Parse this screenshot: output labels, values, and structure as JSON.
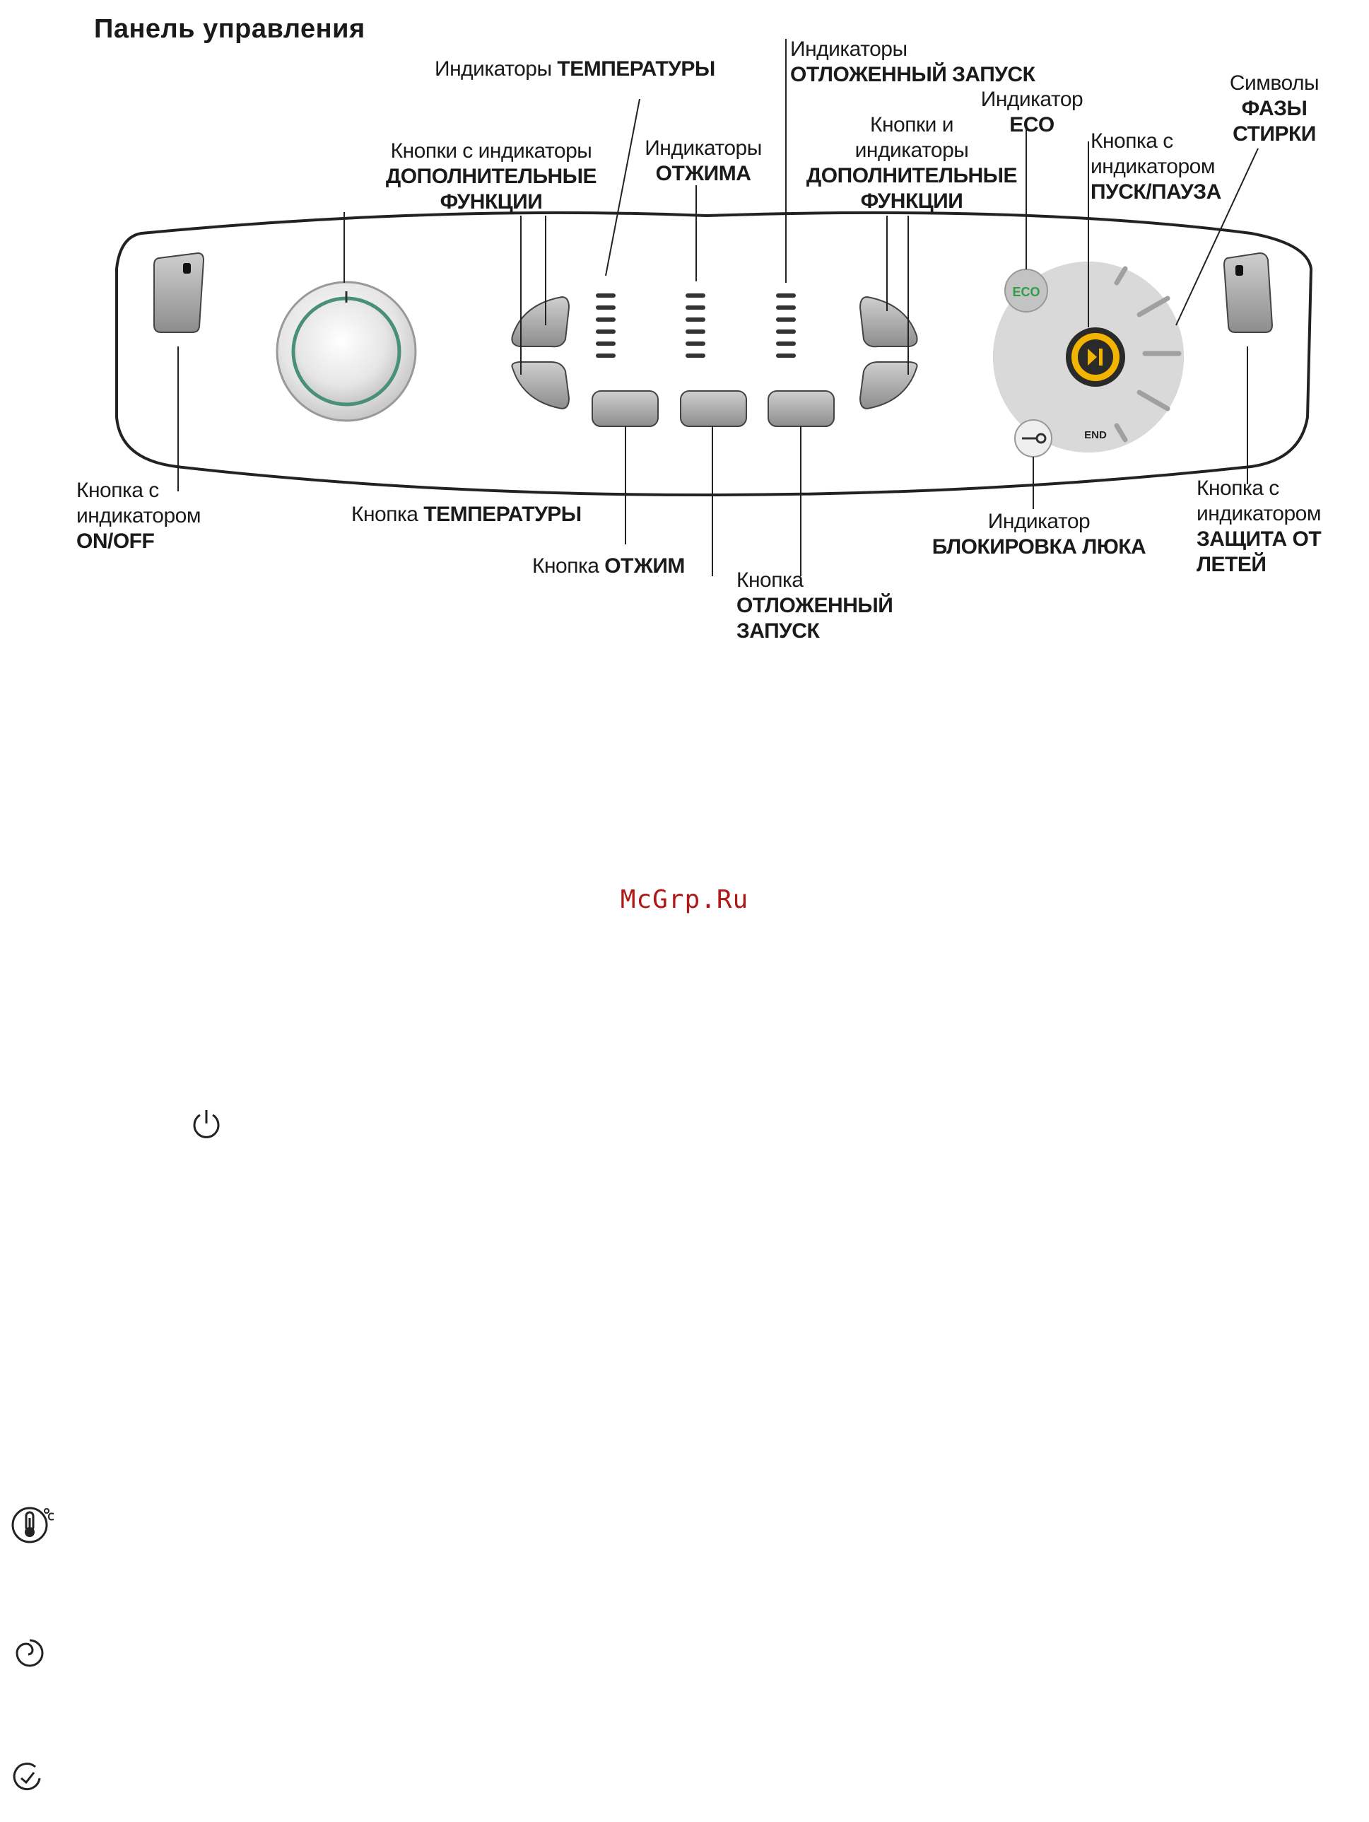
{
  "title": "Панель управления",
  "labels": {
    "temp_indicators": {
      "normal": "Индикаторы",
      "bold": "ТЕМПЕРАТУРЫ"
    },
    "delay_indicators": {
      "normal": "Индикаторы",
      "bold": "ОТЛОЖЕННЫЙ ЗАПУСК"
    },
    "eco_indicator": {
      "normal": "Индикатор",
      "bold": "ECO"
    },
    "wash_phase_symbols": {
      "normal": "Символы",
      "bold1": "ФАЗЫ",
      "bold2": "СТИРКИ"
    },
    "option_buttons_left": {
      "normal": "Кнопки с индикаторы",
      "bold1": "ДОПОЛНИТЕЛЬНЫЕ",
      "bold2": "ФУНКЦИИ"
    },
    "spin_indicators": {
      "normal": "Индикаторы",
      "bold": "ОТЖИМА"
    },
    "option_buttons_right": {
      "normal1": "Кнопки и",
      "normal2": "индикаторы",
      "bold1": "ДОПОЛНИТЕЛЬНЫЕ",
      "bold2": "ФУНКЦИИ"
    },
    "start_pause": {
      "normal1": "Кнопка с",
      "normal2": "индикатором",
      "bold": "ПУСК/ПАУЗА"
    },
    "on_off": {
      "normal1": "Кнопка с",
      "normal2": "индикатором",
      "bold": "ON/OFF"
    },
    "temp_button": {
      "normal": "Кнопка",
      "bold": "ТЕМПЕРАТУРЫ"
    },
    "spin_button": {
      "normal": "Кнопка",
      "bold": "ОТЖИМ"
    },
    "delay_button": {
      "normal": "Кнопка",
      "bold1": "ОТЛОЖЕННЫЙ",
      "bold2": "ЗАПУСК"
    },
    "door_lock": {
      "normal": "Индикатор",
      "bold": "БЛОКИРОВКА ЛЮКА"
    },
    "child_lock": {
      "normal1": "Кнопка с",
      "normal2": "индикатором",
      "bold1": "ЗАЩИТА ОТ",
      "bold2": "ЛЕТЕЙ"
    }
  },
  "panel": {
    "eco_text": "ECO",
    "end_text": "END"
  },
  "watermark": "McGrp.Ru",
  "symbols": {
    "power": "power-icon",
    "temperature": "temperature-icon",
    "spin": "spin-icon",
    "delay": "delay-timer-icon"
  }
}
